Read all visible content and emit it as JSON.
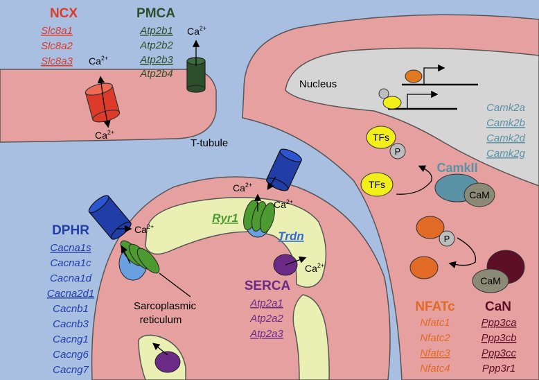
{
  "colors": {
    "background_blue": "#a9bfe1",
    "cell_pink": "#e7a0a0",
    "nucleus_gray": "#d5d5d5",
    "sr_yellow": "#eaf0b4",
    "ncx_red": "#dd3a2a",
    "pmca_green": "#2b4f2b",
    "dphr_blue": "#213ea8",
    "ryr_green": "#4c9a30",
    "serca_purple": "#6a2a86",
    "camk_teal": "#5b92a6",
    "nfat_orange": "#e16a26",
    "can_maroon": "#5c0f26"
  },
  "ncx": {
    "title": "NCX",
    "genes": [
      {
        "name": "Slc8a1",
        "underline": true
      },
      {
        "name": "Slc8a2",
        "underline": false
      },
      {
        "name": "Slc8a3",
        "underline": true
      }
    ]
  },
  "pmca": {
    "title": "PMCA",
    "genes": [
      {
        "name": "Atp2b1",
        "underline": true
      },
      {
        "name": "Atp2b2",
        "underline": false
      },
      {
        "name": "Atp2b3",
        "underline": true
      },
      {
        "name": "Atp2b4",
        "underline": false
      }
    ]
  },
  "dphr": {
    "title": "DPHR",
    "genes": [
      {
        "name": "Cacna1s",
        "underline": true
      },
      {
        "name": "Cacna1c",
        "underline": false
      },
      {
        "name": "Cacna1d",
        "underline": false
      },
      {
        "name": "Cacna2d1",
        "underline": true
      },
      {
        "name": "Cacnb1",
        "underline": false
      },
      {
        "name": "Cacnb3",
        "underline": false
      },
      {
        "name": "Cacng1",
        "underline": false
      },
      {
        "name": "Cacng6",
        "underline": false
      },
      {
        "name": "Cacng7",
        "underline": false
      }
    ]
  },
  "serca": {
    "title": "SERCA",
    "genes": [
      {
        "name": "Atp2a1",
        "underline": true
      },
      {
        "name": "Atp2a2",
        "underline": false
      },
      {
        "name": "Atp2a3",
        "underline": true
      }
    ]
  },
  "camk": {
    "title": "CamkII",
    "genes": [
      {
        "name": "Camk2a",
        "underline": false
      },
      {
        "name": "Camk2b",
        "underline": true
      },
      {
        "name": "Camk2d",
        "underline": true
      },
      {
        "name": "Camk2g",
        "underline": true
      }
    ]
  },
  "nfatc": {
    "title": "NFATc",
    "genes": [
      {
        "name": "Nfatc1",
        "underline": false
      },
      {
        "name": "Nfatc2",
        "underline": false
      },
      {
        "name": "Nfatc3",
        "underline": true
      },
      {
        "name": "Nfatc4",
        "underline": false
      }
    ]
  },
  "can": {
    "title": "CaN",
    "genes": [
      {
        "name": "Ppp3ca",
        "underline": true
      },
      {
        "name": "Ppp3cb",
        "underline": true
      },
      {
        "name": "Ppp3cc",
        "underline": true
      },
      {
        "name": "Ppp3r1",
        "underline": false
      }
    ]
  },
  "labels": {
    "ca_base": "Ca",
    "ca_sup": "2+",
    "nucleus": "Nucleus",
    "ttubule": "T-tubule",
    "sr_line1": "Sarcoplasmic",
    "sr_line2": "reticulum",
    "ryr1": "Ryr1",
    "trdn": "Trdn",
    "tfs": "TFs",
    "p": "P",
    "cam": "CaM"
  }
}
